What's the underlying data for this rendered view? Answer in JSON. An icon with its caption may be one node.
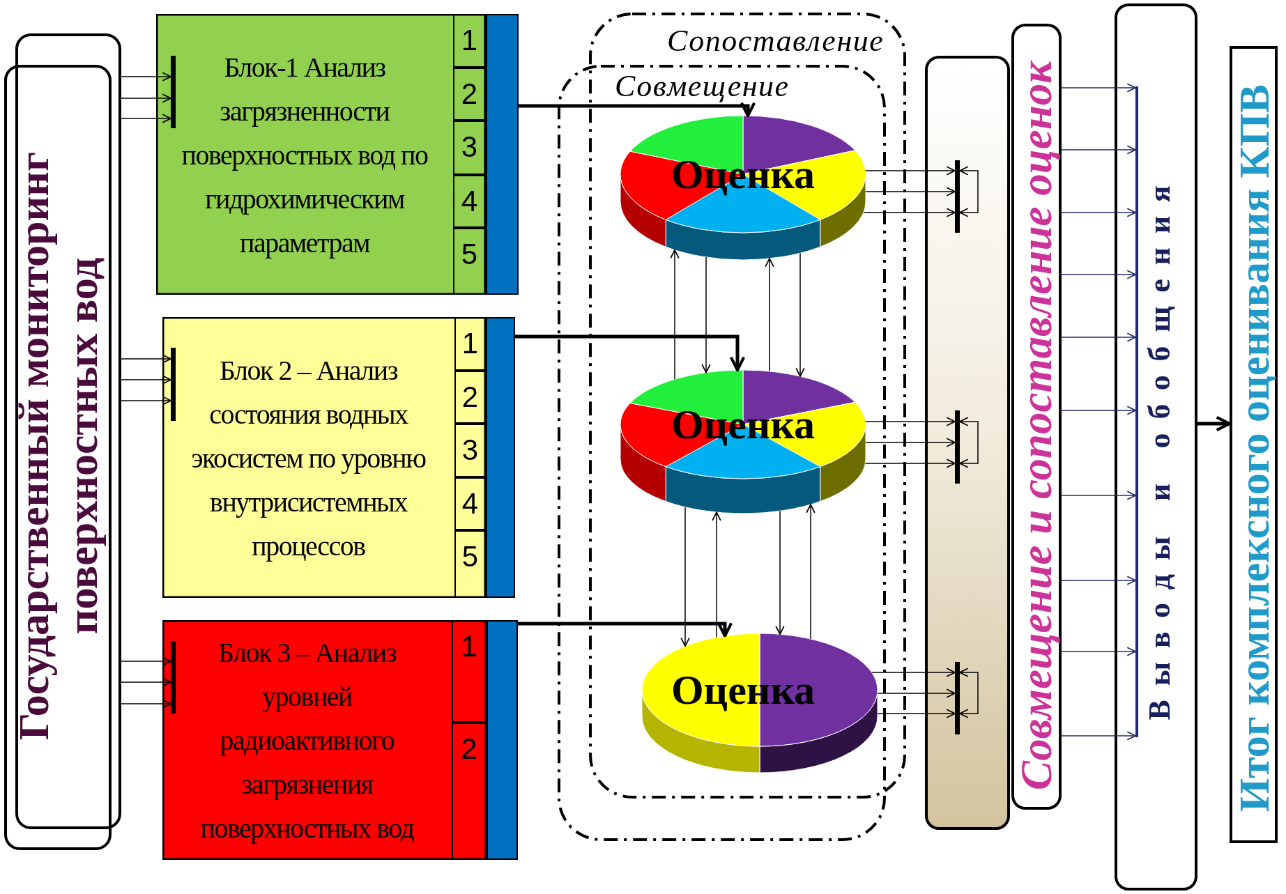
{
  "diagram": {
    "nodes": [
      {
        "text": [
          "Государственный мониторинг поверхностных вод"
        ]
      },
      {
        "text": [],
        "shape": "box"
      },
      {
        "text": [
          "Блок-1 Анализ загрязненности поверхностных вод по гидрохимическим параметрам"
        ]
      },
      {
        "text": [],
        "shape": "bar",
        "in": 2
      },
      {
        "text": [
          "1"
        ],
        "in": 2
      },
      {
        "text": [
          "2"
        ],
        "in": 2
      },
      {
        "text": [
          "3"
        ],
        "in": 2
      },
      {
        "text": [
          "4"
        ],
        "in": 2
      },
      {
        "text": [
          "5"
        ],
        "in": 2
      },
      {
        "text": [],
        "shape": "bar"
      },
      {
        "text": [
          "Блок 2 – Анализ состояния водных экосистем по уровню внутрисистемных процессов"
        ]
      },
      {
        "text": [],
        "shape": "bar",
        "in": 10
      },
      {
        "text": [
          "1"
        ],
        "in": 10
      },
      {
        "text": [
          "2"
        ],
        "in": 10
      },
      {
        "text": [
          "3"
        ],
        "in": 10
      },
      {
        "text": [
          "4"
        ],
        "in": 10
      },
      {
        "text": [
          "5"
        ],
        "in": 10
      },
      {
        "text": [],
        "shape": "bar"
      },
      {
        "text": [
          "Блок 3 – Анализ уровней радиоактивного загрязнения поверхностных вод"
        ]
      },
      {
        "text": [],
        "shape": "bar",
        "in": 18
      },
      {
        "text": [
          "1"
        ],
        "in": 18
      },
      {
        "text": [
          "2"
        ],
        "in": 18
      },
      {
        "text": [],
        "shape": "bar"
      },
      {
        "text": [
          "Оценка"
        ]
      },
      {
        "text": [
          "Оценка"
        ]
      },
      {
        "text": [
          "Оценка"
        ]
      },
      {
        "text": [],
        "shape": "box"
      },
      {
        "text": [],
        "shape": "bar",
        "in": 26
      },
      {
        "text": [],
        "shape": "bar",
        "in": 26
      },
      {
        "text": [],
        "shape": "bar",
        "in": 26
      },
      {
        "text": [
          "Совмещение и сопоставление оценок"
        ]
      },
      {
        "text": [
          "Выводы и обобщения"
        ]
      },
      {
        "text": [],
        "shape": "bar",
        "in": 31
      },
      {
        "text": [
          "Итог комплексного оценивания КПВ"
        ]
      }
    ],
    "edges": [
      {
        "from": 1,
        "to": 3,
        "arrow": "to"
      },
      {
        "from": 1,
        "to": 3,
        "arrow": "to"
      },
      {
        "from": 1,
        "to": 3,
        "arrow": "to"
      },
      {
        "from": 1,
        "to": 11,
        "arrow": "to"
      },
      {
        "from": 1,
        "to": 11,
        "arrow": "to"
      },
      {
        "from": 1,
        "to": 11,
        "arrow": "to"
      },
      {
        "from": 1,
        "to": 19,
        "arrow": "to"
      },
      {
        "from": 1,
        "to": 19,
        "arrow": "to"
      },
      {
        "from": 1,
        "to": 19,
        "arrow": "to"
      },
      {
        "from": 9,
        "to": 23,
        "arrow": "to",
        "style": "thick"
      },
      {
        "from": 17,
        "to": 24,
        "arrow": "to",
        "style": "thick"
      },
      {
        "from": 22,
        "to": 25,
        "arrow": "to",
        "style": "thick"
      },
      {
        "from": 24,
        "to": 23,
        "arrow": "to"
      },
      {
        "from": 23,
        "to": 24,
        "arrow": "to"
      },
      {
        "from": 24,
        "to": 23,
        "arrow": "to"
      },
      {
        "from": 23,
        "to": 24,
        "arrow": "to"
      },
      {
        "from": 24,
        "to": 25,
        "arrow": "to"
      },
      {
        "from": 25,
        "to": 24,
        "arrow": "to"
      },
      {
        "from": 24,
        "to": 25,
        "arrow": "to"
      },
      {
        "from": 25,
        "to": 24,
        "arrow": "to"
      },
      {
        "from": 23,
        "to": 27,
        "arrow": "to"
      },
      {
        "from": 23,
        "to": 27,
        "arrow": "to"
      },
      {
        "from": 23,
        "to": 27,
        "arrow": "to"
      },
      {
        "from": 24,
        "to": 28,
        "arrow": "to"
      },
      {
        "from": 24,
        "to": 28,
        "arrow": "to"
      },
      {
        "from": 24,
        "to": 28,
        "arrow": "to"
      },
      {
        "from": 25,
        "to": 29,
        "arrow": "to"
      },
      {
        "from": 25,
        "to": 29,
        "arrow": "to"
      },
      {
        "from": 25,
        "to": 29,
        "arrow": "to"
      },
      {
        "from": 27,
        "to": 27,
        "arrow": "both"
      },
      {
        "from": 28,
        "to": 28,
        "arrow": "both"
      },
      {
        "from": 29,
        "to": 29,
        "arrow": "both"
      },
      {
        "from": 30,
        "to": 32,
        "arrow": "to",
        "color": "#1f2a6e"
      },
      {
        "from": 30,
        "to": 32,
        "arrow": "to",
        "color": "#1f2a6e"
      },
      {
        "from": 30,
        "to": 32,
        "arrow": "to",
        "color": "#1f2a6e"
      },
      {
        "from": 30,
        "to": 32,
        "arrow": "to",
        "color": "#1f2a6e"
      },
      {
        "from": 30,
        "to": 32,
        "arrow": "to",
        "color": "#1f2a6e"
      },
      {
        "from": 30,
        "to": 32,
        "arrow": "to",
        "color": "#1f2a6e"
      },
      {
        "from": 30,
        "to": 32,
        "arrow": "to",
        "color": "#1f2a6e"
      },
      {
        "from": 30,
        "to": 32,
        "arrow": "to",
        "color": "#1f2a6e"
      },
      {
        "from": 30,
        "to": 32,
        "arrow": "to",
        "color": "#1f2a6e"
      },
      {
        "from": 30,
        "to": 32,
        "arrow": "to",
        "color": "#1f2a6e"
      },
      {
        "from": 31,
        "to": 33,
        "arrow": "to",
        "style": "thick"
      }
    ],
    "labels": [
      "Сопоставление",
      "Совмещение"
    ]
  }
}
